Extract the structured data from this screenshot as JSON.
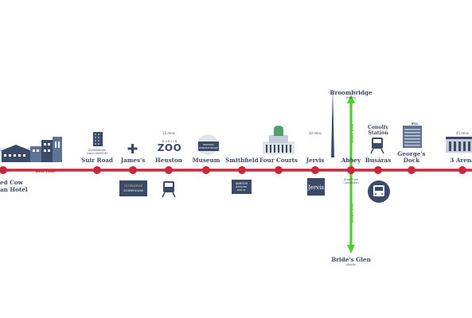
{
  "lines": {
    "red": {
      "label": "Red Line",
      "color": "#c8283c"
    },
    "green": {
      "label": "Green Line",
      "color": "#4fcf2e"
    },
    "green_lower": {
      "label": "Green Line"
    }
  },
  "stations": [
    {
      "id": "red-cow",
      "name_lines": [
        "ed Cow",
        "an Hotel"
      ]
    },
    {
      "id": "suir-road",
      "name": "Suir Road",
      "landmark": "KILMAINHAM GAOL MUSEUM"
    },
    {
      "id": "jamess",
      "name": "James's",
      "landmark": "GUINNESS STOREHOUSE"
    },
    {
      "id": "heuston",
      "name": "Heuston",
      "time": "15 mins",
      "landmark": "DUBLIN ZOO"
    },
    {
      "id": "museum",
      "name": "Museum",
      "landmark": "NATIONAL MUSEUM OF IRELAND"
    },
    {
      "id": "smithfield",
      "name": "Smithfield",
      "landmark": "JAMESON DISTILLERY BOW ST."
    },
    {
      "id": "four-courts",
      "name": "Four Courts"
    },
    {
      "id": "jervis",
      "name": "Jervis",
      "time": "10 mins",
      "landmark": "Jervis"
    },
    {
      "id": "abbey",
      "name": "Abbey",
      "note_lines": [
        "Green Line",
        "Connection"
      ]
    },
    {
      "id": "busaras",
      "name": "Busáras",
      "landmark_lines": [
        "Conolly",
        "Station"
      ]
    },
    {
      "id": "georges-dock",
      "name_lines": [
        "George's",
        "Dock"
      ],
      "landmark": "IFSC"
    },
    {
      "id": "3-arena",
      "name": "3 Arena",
      "time": "45 mins"
    }
  ],
  "green_ends": {
    "north": {
      "name": "Broombridge",
      "dir": "(North)"
    },
    "south": {
      "name": "Bride's Glen",
      "dir": "(South)"
    }
  },
  "icons": [
    "building-icon",
    "cross-icon",
    "train-icon",
    "bus-icon",
    "spire-icon",
    "clock-tower-icon"
  ]
}
